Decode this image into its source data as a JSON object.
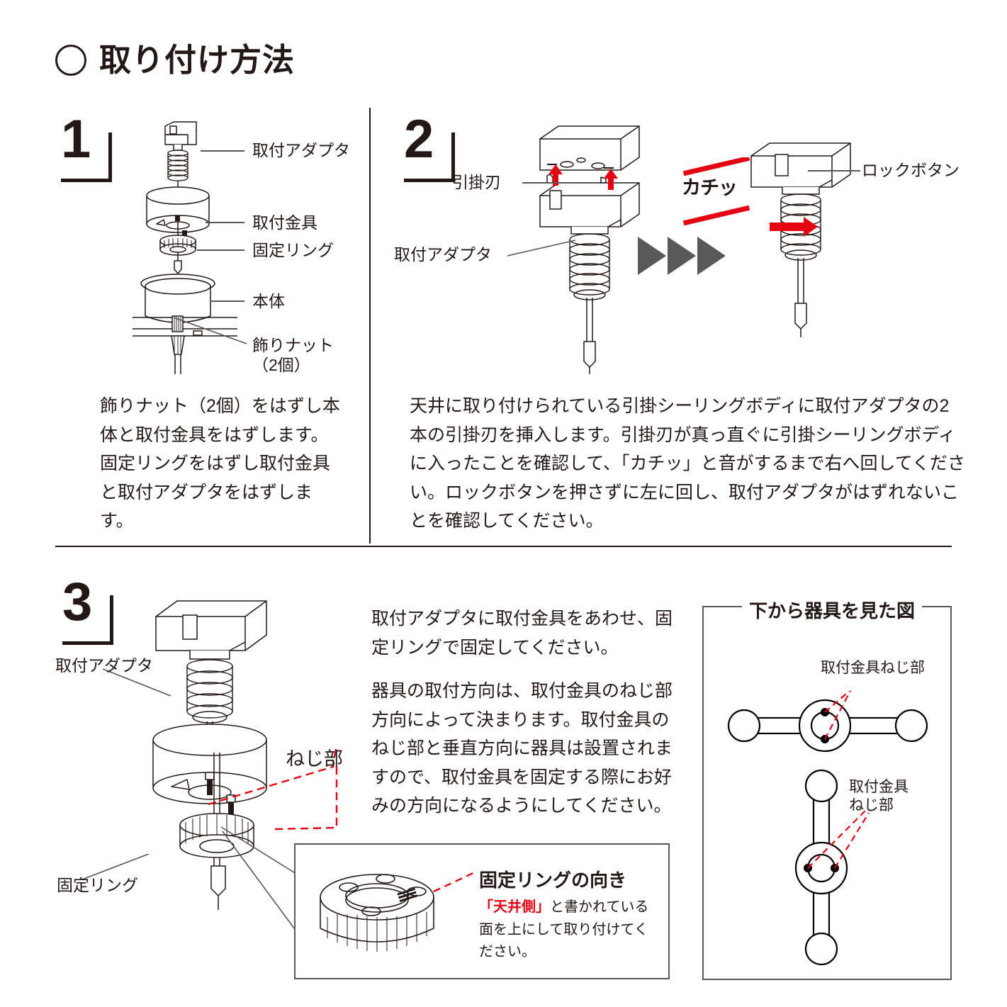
{
  "header": {
    "bullet_icon": "circle-outline-icon",
    "title": "取り付け方法"
  },
  "steps": [
    {
      "number": "1",
      "body": "飾りナット（2個）をはずし本体と取付金具をはずします。固定リングをはずし取付金具と取付アダプタをはずします。",
      "labels": {
        "adapter": "取付アダプタ",
        "bracket": "取付金具",
        "ring": "固定リング",
        "body_part": "本体",
        "deco_nut": "飾りナット\n（2個）"
      }
    },
    {
      "number": "2",
      "body": "天井に取り付けられている引掛シーリングボディに取付アダプタの2本の引掛刃を挿入します。引掛刃が真っ直ぐに引掛シーリングボディに入ったことを確認して、「カチッ」と音がするまで右へ回してください。ロックボタンを押さずに左に回し、取付アダプタがはずれないことを確認してください。",
      "labels": {
        "blade": "引掛刃",
        "adapter": "取付アダプタ",
        "lock_button": "ロックボタン",
        "click_sound": "カチッ"
      }
    },
    {
      "number": "3",
      "body_1": "取付アダプタに取付金具をあわせ、固定リングで固定してください。",
      "body_2": "器具の取付方向は、取付金具のねじ部方向によって決まります。取付金具のねじ部と垂直方向に器具は設置されますので、取付金具を固定する際にお好みの方向になるようにしてください。",
      "labels": {
        "adapter": "取付アダプタ",
        "screw_part": "ねじ部",
        "ring": "固定リング"
      }
    }
  ],
  "callout": {
    "title": "固定リングの向き",
    "body_red": "「天井側」",
    "body_rest": "と書かれている面を上にして取り付けてください。"
  },
  "view_panel": {
    "title": "下から器具を見た図",
    "label_horizontal": "取付金具ねじ部",
    "label_vertical": "取付金具\nねじ部"
  },
  "colors": {
    "ink": "#231815",
    "red": "#e50012",
    "gray_line": "#595757",
    "triangle": "#595959"
  }
}
